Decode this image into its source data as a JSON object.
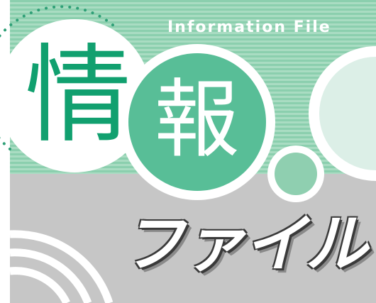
{
  "header": {
    "subtitle": "Information File"
  },
  "title": {
    "kanji_1": "情",
    "kanji_2": "報",
    "katakana": "ファイル"
  },
  "colors": {
    "stripe_green": "#8bcfae",
    "stripe_light": "#a9dcc2",
    "circle_green": "#58be97",
    "kanji_green": "#11a06f",
    "gray_band": "#c6c6c6",
    "pale_circle": "#dcefe7"
  }
}
